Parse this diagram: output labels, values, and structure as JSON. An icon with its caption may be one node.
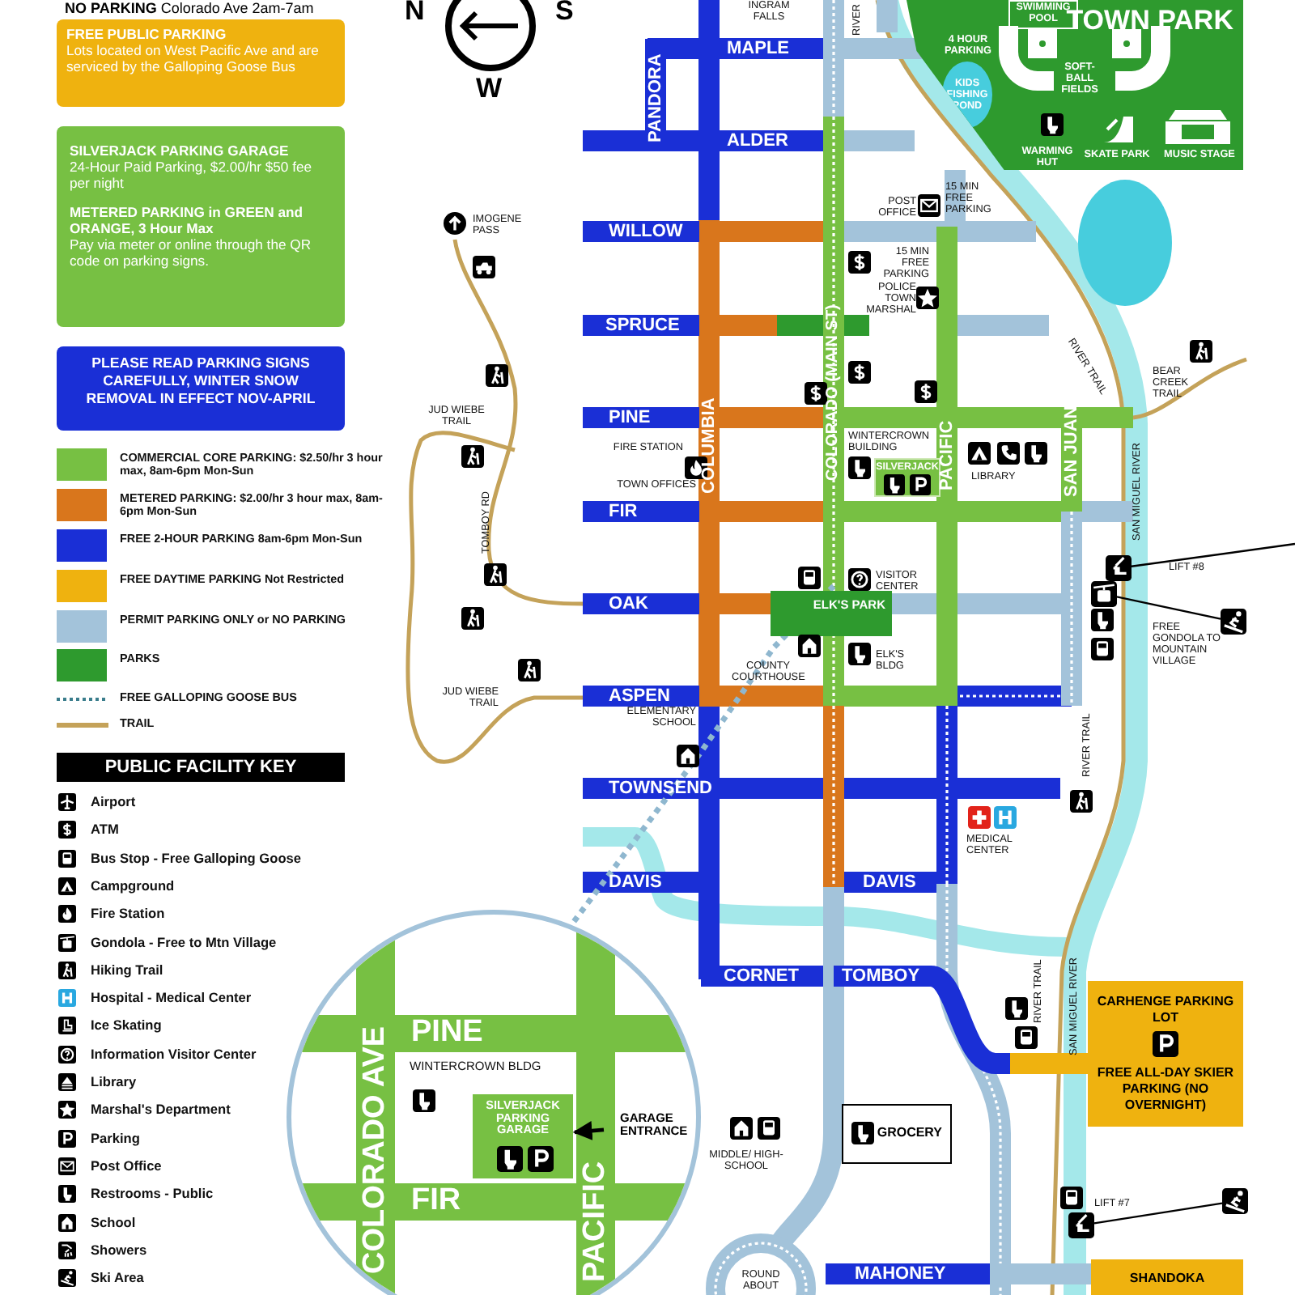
{
  "diagram": {
    "nodes": [
      {
        "text": [
          "FREE PUBLIC PARKING",
          "Lots located on West Pacific Ave and are serviced by the Galloping Goose Bus"
        ]
      },
      {
        "text": [
          "SILVERJACK PARKING GARAGE",
          "24-Hour Paid Parking, $2.00/hr $50 fee per night",
          "METERED PARKING in GREEN and ORANGE, 3 Hour Max",
          "Pay via meter or online through the QR code on parking signs."
        ]
      },
      {
        "text": [
          "PLEASE READ PARKING SIGNS CAREFULLY, WINTER SNOW REMOVAL IN EFFECT NOV-APRIL"
        ]
      },
      {
        "text": [
          "TOWN PARK"
        ]
      },
      {
        "text": [
          "SWIMMING POOL"
        ],
        "in": 3
      },
      {
        "text": [
          "KIDS FISHING POND"
        ],
        "in": 3
      },
      {
        "text": [
          "SILVERJACK"
        ]
      },
      {
        "text": [
          "ELK'S PARK"
        ]
      },
      {
        "text": [],
        "shape": "circle"
      },
      {
        "text": [
          "SILVERJACK PARKING GARAGE"
        ],
        "in": 8
      },
      {
        "text": [
          "GARAGE ENTRANCE"
        ],
        "in": 8
      },
      {
        "text": [
          "GROCERY"
        ]
      },
      {
        "text": [
          "CARHENGE PARKING LOT",
          "FREE ALL-DAY SKIER PARKING (NO OVERNIGHT)"
        ]
      },
      {
        "text": [
          "SHANDOKA"
        ]
      },
      {
        "text": [],
        "shape": "picture"
      },
      {
        "text": [],
        "shape": "picture"
      },
      {
        "text": [],
        "shape": "picture"
      },
      {
        "text": [],
        "shape": "picture"
      },
      {
        "text": [],
        "shape": "picture"
      }
    ],
    "edges": [
      {
        "from": 10,
        "to": 9,
        "arrow": "to"
      },
      {
        "from": 14,
        "to": null,
        "arrow": "none"
      },
      {
        "from": 15,
        "to": 16,
        "arrow": "none"
      },
      {
        "from": 17,
        "to": 18,
        "arrow": "none"
      }
    ],
    "labels": [
      "**NO PARKING** Colorado Ave 2am-7am",
      "N",
      "S",
      "W",
      "INGRAM FALLS",
      "RIVER",
      "MAPLE",
      "PANDORA",
      "ALDER",
      "4 HOUR PARKING",
      "SOFT-BALL FIELDS",
      "WARMING HUT",
      "SKATE PARK",
      "MUSIC STAGE",
      "IMOGENE PASS",
      "POST OFFICE",
      "15 MIN FREE PARKING",
      "WILLOW",
      "15 MIN FREE PARKING",
      "POLICE TOWN MARSHAL",
      "SPRUCE",
      "COLORADO (MAIN ST)",
      "RIVER TRAIL",
      "BEAR CREEK TRAIL",
      "JUD WIEBE TRAIL",
      "PINE",
      "COLUMBIA",
      "FIRE STATION",
      "TOWN OFFICES",
      "WINTERCROWN BUILDING",
      "LIBRARY",
      "PACIFIC",
      "SAN JUAN",
      "FIR",
      "TOMBOY RD",
      "SAN MIGUEL RIVER",
      "LIFT #8",
      "OAK",
      "VISITOR CENTER",
      "ELK'S BLDG",
      "COUNTY COURTHOUSE",
      "FREE GONDOLA TO MOUNTAIN VILLAGE",
      "JUD WIEBE TRAIL",
      "ASPEN",
      "ELEMENTARY SCHOOL",
      "RIVER TRAIL",
      "TOWNSEND",
      "MEDICAL CENTER",
      "DAVIS",
      "DAVIS",
      "CORNET",
      "TOMBOY",
      "RIVER TRAIL",
      "SAN MIGUEL RIVER",
      "PINE",
      "COLORADO AVE",
      "WINTERCROWN BLDG",
      "FIR",
      "PACIFIC",
      "MIDDLE/ HIGH-SCHOOL",
      "LIFT #7",
      "ROUND ABOUT",
      "MAHONEY",
      "PUBLIC FACILITY KEY"
    ],
    "legend": [
      {
        "text": "COMMERCIAL CORE PARKING: $2.50/hr 3 hour max, 8am-6pm Mon-Sun",
        "color": "#77c043"
      },
      {
        "text": "METERED PARKING: $2.00/hr 3 hour max, 8am-6pm Mon-Sun",
        "color": "#d9761c"
      },
      {
        "text": "FREE 2-HOUR PARKING 8am-6pm Mon-Sun",
        "color": "#1a2fd6"
      },
      {
        "text": "FREE DAYTIME PARKING Not Restricted",
        "color": "#efb20f"
      },
      {
        "text": "PERMIT PARKING ONLY or NO PARKING",
        "color": "#a3c3da"
      },
      {
        "text": "PARKS",
        "color": "#2e9a2e"
      },
      {
        "text": "FREE GALLOPING GOOSE BUS"
      },
      {
        "text": "TRAIL"
      },
      {
        "text": "Airport"
      },
      {
        "text": "ATM"
      },
      {
        "text": "Bus Stop - Free Galloping Goose"
      },
      {
        "text": "Campground"
      },
      {
        "text": "Fire Station"
      },
      {
        "text": "Gondola - Free to Mtn Village"
      },
      {
        "text": "Hiking Trail"
      },
      {
        "text": "Hospital - Medical Center"
      },
      {
        "text": "Ice Skating"
      },
      {
        "text": "Information Visitor Center"
      },
      {
        "text": "Library"
      },
      {
        "text": "Marshal's Department"
      },
      {
        "text": "Parking"
      },
      {
        "text": "Post Office"
      },
      {
        "text": "Restrooms - Public"
      },
      {
        "text": "School"
      },
      {
        "text": "Showers"
      },
      {
        "text": "Ski Area"
      }
    ]
  }
}
